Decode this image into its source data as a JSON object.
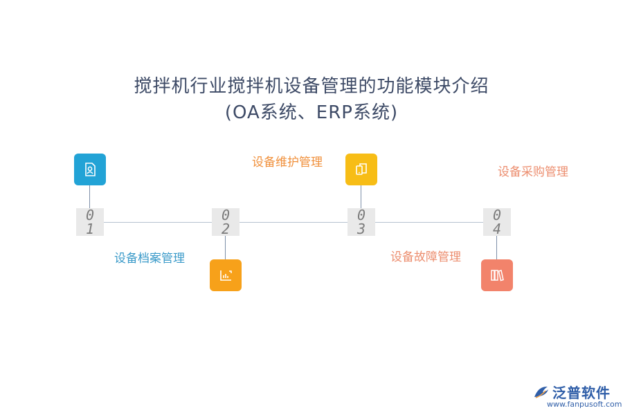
{
  "title": {
    "line1": "搅拌机行业搅拌机设备管理的功能模块介绍",
    "line2": "(OA系统、ERP系统)"
  },
  "steps": [
    {
      "num_top": "0",
      "num_bottom": "1",
      "label": "设备档案管理",
      "icon": "user-document-icon",
      "color": "#22a3d6",
      "label_color": "#3a9ac9"
    },
    {
      "num_top": "0",
      "num_bottom": "2",
      "label": "设备维护管理",
      "icon": "chart-icon",
      "color": "#f7a11a",
      "label_color": "#f08f3a"
    },
    {
      "num_top": "0",
      "num_bottom": "3",
      "label": "设备故障管理",
      "icon": "devices-icon",
      "color": "#f7bd16",
      "label_color": "#ec8d6e"
    },
    {
      "num_top": "0",
      "num_bottom": "4",
      "label": "设备采购管理",
      "icon": "books-icon",
      "color": "#f2836b",
      "label_color": "#ec8d6e"
    }
  ],
  "logo": {
    "name": "泛普软件",
    "url": "www.fanpusoft.com",
    "icon": "fanpu-logo-icon",
    "color": "#2f5ea8"
  }
}
